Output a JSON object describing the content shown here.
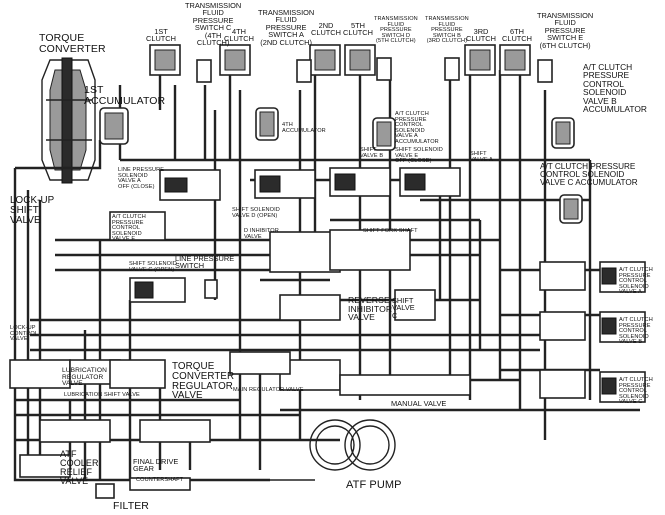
{
  "labels": {
    "torque_converter": "TORQUE\nCONVERTER",
    "accumulator_1st": "1ST\nACCUMULATOR",
    "clutch_1st": "1ST\nCLUTCH",
    "tfp_switch_c": "TRANSMISSION\nFLUID\nPRESSURE\nSWITCH C\n(4TH\nCLUTCH)",
    "clutch_4th": "4TH\nCLUTCH",
    "tfp_switch_a": "TRANSMISSION\nFLUID\nPRESSURE\nSWITCH A\n(2ND CLUTCH)",
    "clutch_2nd": "2ND\nCLUTCH",
    "clutch_5th": "5TH\nCLUTCH",
    "tfp_switch_d": "TRANSMISSION\nFLUID\nPRESSURE\nSWITCH D\n(5TH CLUTCH)",
    "tfp_switch_b": "TRANSMISSION\nFLUID\nPRESSURE\nSWITCH B\n(3RD CLUTCH)",
    "clutch_3rd": "3RD\nCLUTCH",
    "clutch_6th": "6TH\nCLUTCH",
    "tfp_switch_e": "TRANSMISSION\nFLUID\nPRESSURE\nSWITCH E\n(6TH CLUTCH)",
    "at_clutch_pcs_b_acc": "A/T CLUTCH\nPRESSURE\nCONTROL\nSOLENOID\nVALVE B\nACCUMULATOR",
    "accumulator_4th": "4TH\nACCUMULATOR",
    "at_clutch_pcs_a_acc": "A/T CLUTCH\nPRESSURE\nCONTROL\nSOLENOID\nVALVE A\nACCUMULATOR",
    "at_clutch_pcs_c_acc": "A/T CLUTCH PRESSURE\nCONTROL SOLENOID\nVALVE C ACCUMULATOR",
    "shift_solenoid_off_close": "SHIFT SOLENOID\nVALVE E\nOFF (CLOSE)",
    "line_pressure_sol": "LINE PRESSURE\nSOLENOID\nVALVE A\nOFF (CLOSE)",
    "shift_valve_b": "SHIFT\nVALVE B",
    "shift_valve_a": "SHIFT\nVALVE A",
    "lock_up_shift_valve": "LOCK-UP\nSHIFT\nVALVE",
    "at_clutch_pcs_e": "A/T CLUTCH\nPRESSURE\nCONTROL\nSOLENOID\nVALVE E",
    "shift_sol_d_open": "SHIFT SOLENOID\nVALVE D (OPEN)",
    "shift_sol_c_open": "SHIFT SOLENOID\nVALVE C (OPEN)",
    "line_pressure_switch": "LINE PRESSURE\nSWITCH",
    "inhibitor_valve": "D INHIBITOR\nVALVE",
    "shift_fork_shaft": "SHIFT FORK SHAFT",
    "reverse_inhibitor": "REVERSE\nINHIBITOR\nVALVE",
    "shift_valve_c": "SHIFT\nVALVE\nC",
    "at_clutch_pcs_ctrl_a": "A/T CLUTCH\nPRESSURE\nCONTROL\nSOLENOID\nVALVE A",
    "at_clutch_pcs_ctrl_b": "A/T CLUTCH\nPRESSURE\nCONTROL\nSOLENOID\nVALVE B",
    "at_clutch_pcs_ctrl_c": "A/T CLUTCH\nPRESSURE\nCONTROL\nSOLENOID\nVALVE C",
    "lockup_control": "LOCK-UP\nCONTROL\nVALVE",
    "lubrication_regulator": "LUBRICATION\nREGULATOR\nVALVE",
    "lubrication_shift_valve": "LUBRICATION SHIFT VALVE",
    "torque_converter_regulator": "TORQUE\nCONVERTER\nREGULATOR\nVALVE",
    "main_regulator": "MAIN REGULATOR VALVE",
    "manual_valve": "MANUAL VALVE",
    "atf_cooler_relief": "ATF\nCOOLER\nRELIEF\nVALVE",
    "final_drive_gear": "FINAL DRIVE\nGEAR",
    "counter_shaft": "COUNTERSHAFT",
    "filter": "FILTER",
    "atf_pump": "ATF PUMP"
  }
}
